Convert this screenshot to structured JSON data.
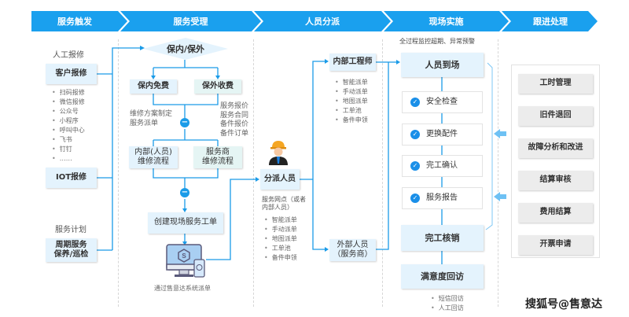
{
  "stages": [
    "服务触发",
    "服务受理",
    "人员分派",
    "现场实施",
    "跟进处理"
  ],
  "trigger": {
    "manual_label": "人工报修",
    "customer_repair": "客户报修",
    "channels": [
      "扫码报修",
      "微信报修",
      "公众号",
      "小程序",
      "呼叫中心",
      "飞书",
      "钉钉",
      "……"
    ],
    "iot_repair": "IOT报修",
    "plan_label": "服务计划",
    "periodic": "周期服务\n保养/巡检"
  },
  "acceptance": {
    "decision": "保内/保外",
    "in_warranty": "保内免费",
    "out_warranty": "保外收费",
    "in_note": "维修方案制定\n服务派单",
    "out_note": "服务报价\n服务合同\n备件报价\n备件订单",
    "internal_flow": "内部(人员)\n维修流程",
    "vendor_flow": "服务商\n维修流程",
    "create_order": "创建现场服务工单",
    "system_caption": "通过售意达系统派单"
  },
  "dispatch": {
    "dispatcher": "分派人员",
    "dispatcher_note": "服务网点（或者\n内部人员）",
    "dispatcher_methods": [
      "智能派单",
      "手动派单",
      "地图派单",
      "工单池",
      "备件申领"
    ],
    "internal_engineer": "内部工程师",
    "engineer_methods": [
      "智能派单",
      "手动派单",
      "地图派单",
      "工单池",
      "备件申领"
    ],
    "external": "外部人员\n（服务商）"
  },
  "onsite": {
    "monitor_note": "全过程监控超期、异常预警",
    "arrive": "人员到场",
    "steps": [
      "安全检查",
      "更换配件",
      "完工确认",
      "服务报告"
    ],
    "complete": "完工核销",
    "survey": "满意度回访",
    "survey_methods": [
      "短信回访",
      "人工回访"
    ]
  },
  "followup": {
    "items": [
      "工时管理",
      "旧件退回",
      "故障分析和改进",
      "结算审核",
      "费用结算",
      "开票申请"
    ]
  },
  "footer": {
    "source": "搜狐号@售意达"
  },
  "colors": {
    "accent": "#1aa0ee",
    "box_blue": "#e4f3fd",
    "box_green": "#e5f5f4",
    "box_gray": "#ececec"
  }
}
